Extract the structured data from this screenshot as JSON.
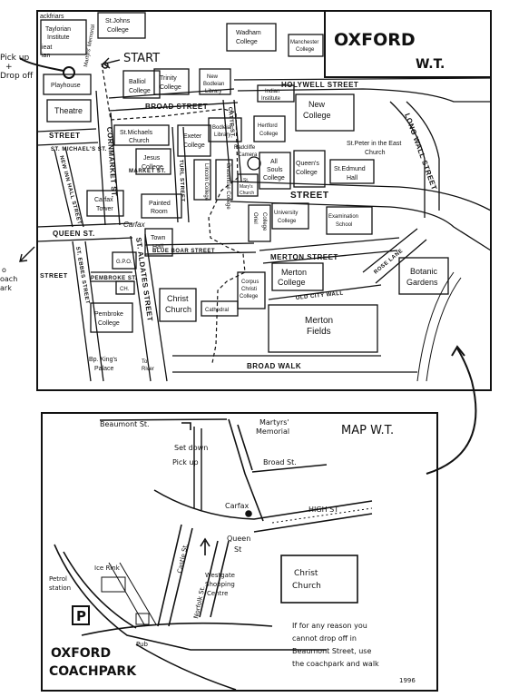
{
  "top_map": {
    "title": "OXFORD",
    "subtitle": "W.T.",
    "pickup_note": [
      "Pick up",
      "+",
      "Drop off"
    ],
    "start_label": "START",
    "coach_note": [
      "o",
      "oach",
      "ark"
    ],
    "buildings": {
      "blackfriars": "ackfriars",
      "taylorian_1": "Taylorian",
      "taylorian_2": "Institute",
      "ieat": "ieat",
      "ian": "ian",
      "playhouse": "Playhouse",
      "theatre": "Theatre",
      "st_johns_1": "St.Johns",
      "st_johns_2": "College",
      "martyrs_memorial": "Martyrs' Memorial",
      "balliol_1": "Balliol",
      "balliol_2": "College",
      "trinity_1": "Trinity",
      "trinity_2": "College",
      "new_bodleian_1": "New",
      "new_bodleian_2": "Bodleian",
      "new_bodleian_3": "Library",
      "wadham_1": "Wadham",
      "wadham_2": "College",
      "manchester_1": "Manchester",
      "manchester_2": "College",
      "indian_1": "Indian",
      "indian_2": "Institute",
      "new_college_1": "New",
      "new_college_2": "College",
      "st_michaels_1": "St.Michaels",
      "st_michaels_2": "Church",
      "exeter_1": "Exeter",
      "exeter_2": "College",
      "bodleian_1": "Bodleian",
      "bodleian_2": "Library",
      "hertford_1": "Hertford",
      "hertford_2": "College",
      "jesus_1": "Jesus",
      "jesus_2": "College",
      "radcliffe_1": "Radcliffe",
      "radcliffe_2": "Camera",
      "lincoln": "Lincoln College",
      "brasenose": "Brasenose College",
      "st_marys_1": "St.",
      "st_marys_2": "Mary's",
      "st_marys_3": "Church",
      "all_souls_1": "All",
      "all_souls_2": "Souls",
      "all_souls_3": "College",
      "queens_1": "Queen's",
      "queens_2": "College",
      "st_peter_1": "St.Peter in the East",
      "st_peter_2": "Church",
      "st_edmund_1": "St.Edmund",
      "st_edmund_2": "Hall",
      "carfax_tower_1": "Carfax",
      "carfax_tower_2": "Tower",
      "painted_room_1": "Painted",
      "painted_room_2": "Room",
      "carfax": "Carfax",
      "university_1": "University",
      "university_2": "College",
      "examination_1": "Examination",
      "examination_2": "School",
      "oriel_1": "Oriel",
      "oriel_2": "College",
      "town_hall_1": "Town",
      "town_hall_2": "Hall",
      "gpo": "G.P.O.",
      "ch": "CH.",
      "pembroke_1": "Pembroke",
      "pembroke_2": "College",
      "christ_church_1": "Christ",
      "christ_church_2": "Church",
      "cathedral": "Cathedral",
      "corpus_1": "Corpus",
      "corpus_2": "Christi",
      "corpus_3": "College",
      "merton_college_1": "Merton",
      "merton_college_2": "College",
      "merton_fields_1": "Merton",
      "merton_fields_2": "Fields",
      "botanic_1": "Botanic",
      "botanic_2": "Gardens",
      "bp_kings_1": "Bp. King's",
      "bp_kings_2": "Palace",
      "to_river_1": "To",
      "to_river_2": "River"
    },
    "streets": {
      "holywell": "HOLYWELL STREET",
      "broad": "BROAD STREET",
      "long_wall": "LONG WALL STREET",
      "high": "STREET",
      "street_left": "STREET",
      "new_inn_hall": "NEW INN HALL STREET",
      "st_michaels_st": "ST. MICHAEL'S ST.",
      "cornmarket": "CORNMARKET ST.",
      "turl": "TURL STREET",
      "market": "MARKET ST.",
      "catte": "CATTE ST.",
      "queen": "QUEEN ST.",
      "blue_boar": "BLUE BOAR STREET",
      "merton": "MERTON STREET",
      "st_aldates": "ST. ALDATES STREET",
      "st_ebbes": "ST. EBBES STREET",
      "pembroke_st": "PEMBROKE ST.",
      "old_city_wall": "OLD CITY WALL",
      "rose_lane": "ROSE LANE",
      "broad_walk": "BROAD WALK",
      "street_bottom_left": "STREET"
    }
  },
  "bottom_map": {
    "title": "MAP W.T.",
    "beaumont": "Beaumont St.",
    "martyrs_1": "Martyrs'",
    "martyrs_2": "Memorial",
    "set_down_1": "Set down",
    "set_down_2": "Pick up",
    "broad": "Broad St.",
    "carfax": "Carfax",
    "high": "HIGH ST",
    "queen_1": "Queen",
    "queen_2": "St",
    "westgate_1": "Westgate",
    "westgate_2": "Shopping",
    "westgate_3": "Centre",
    "christ_church_1": "Christ",
    "christ_church_2": "Church",
    "castle": "Castle St.",
    "norfolk": "Norfolk St.",
    "ice_rink": "Ice Rink",
    "petrol_1": "Petrol",
    "petrol_2": "station",
    "parking": "P",
    "pub": "Pub",
    "coachpark_1": "OXFORD",
    "coachpark_2": "COACHPARK",
    "note": [
      "If for any reason you",
      "cannot drop off in",
      "Beaumont Street, use",
      "the coachpark and walk"
    ],
    "year": "1996"
  }
}
